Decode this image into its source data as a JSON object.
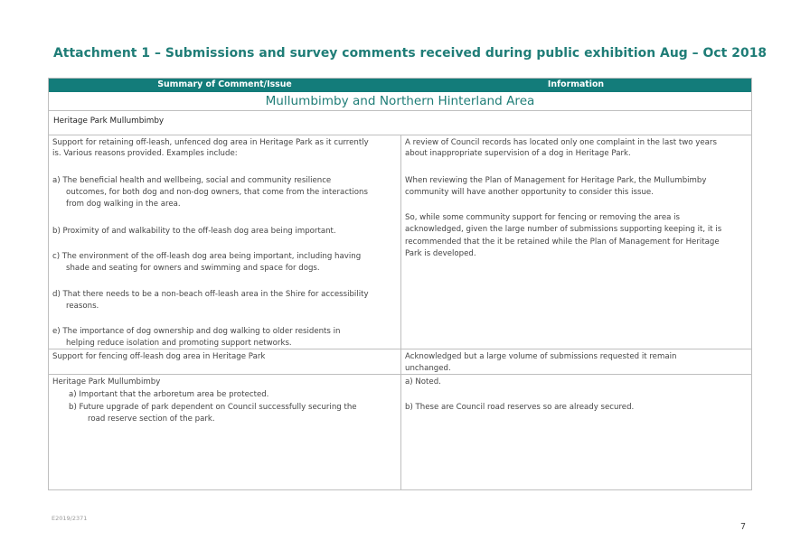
{
  "title": "Attachment 1 – Submissions and survey comments received during public exhibition Aug – Oct 2018",
  "table": {
    "col1_header": "Summary of Comment/Issue",
    "col2_header": "Information",
    "area": "Mullumbimby and Northern Hinterland Area",
    "section": "Heritage Park Mullumbimby",
    "row1": {
      "left": [
        "Support for retaining off-leash, unfenced dog area in Heritage Park as it currently",
        "is. Various reasons provided. Examples include:",
        "a)  The beneficial health and wellbeing, social and community resilience",
        "outcomes, for both dog and non-dog owners, that come from the interactions",
        "from dog walking in the area.",
        "b)  Proximity of and walkability to the off-leash dog area being important.",
        "c)  The environment of the off-leash dog area being important, including having",
        "shade and seating for owners and swimming and space for dogs.",
        "d)  That there needs to be a non-beach off-leash area in the Shire for accessibility",
        "reasons.",
        "e)  The importance of dog ownership and dog walking to older residents in",
        "helping reduce isolation and promoting support networks."
      ],
      "right": [
        "A review of Council records has located only one complaint in the last two years",
        "about inappropriate supervision of a dog in Heritage Park.",
        "When reviewing the Plan of Management for Heritage Park, the Mullumbimby",
        "community will have another opportunity to consider this issue.",
        "So, while some community support for fencing or removing the area is",
        "acknowledged, given the large number of submissions supporting keeping it, it is",
        "recommended that the it be retained while the Plan of Management for Heritage",
        "Park is developed."
      ]
    },
    "row2": {
      "left": [
        "Support for fencing off-leash dog area in Heritage Park"
      ],
      "right": [
        "Acknowledged but a large volume of submissions requested it remain",
        "unchanged."
      ]
    },
    "row3": {
      "left": [
        "Heritage Park Mullumbimby",
        "a)   Important that the arboretum area be protected.",
        "b)   Future upgrade of park dependent on Council successfully securing the",
        "road reserve section of the park."
      ],
      "right": [
        "a) Noted.",
        "b) These are Council road reserves so are already secured."
      ]
    }
  },
  "footer": {
    "ref": "E2019/2371",
    "page": "7"
  }
}
